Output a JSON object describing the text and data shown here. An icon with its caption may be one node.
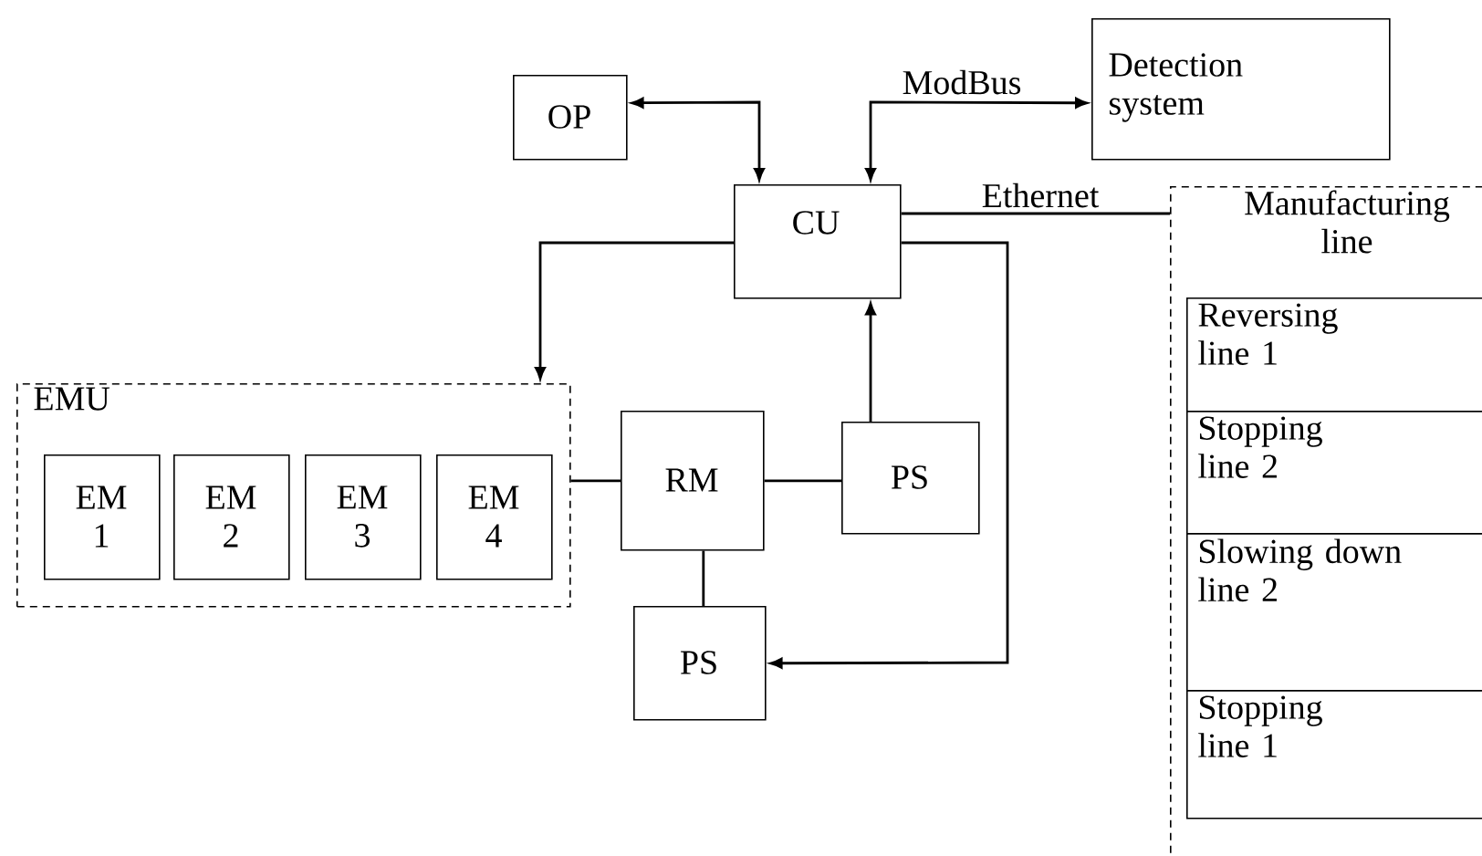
{
  "diagram": {
    "nodes": [
      {
        "text": [
          "OP"
        ]
      },
      {
        "text": [
          "Detection system"
        ]
      },
      {
        "text": [
          "CU"
        ]
      },
      {
        "text": [
          "Manufacturing line"
        ]
      },
      {
        "text": [
          "Reversing line 1"
        ],
        "in": 3
      },
      {
        "text": [
          "Stopping line 2"
        ],
        "in": 3
      },
      {
        "text": [
          "Slowing down line 2"
        ],
        "in": 3
      },
      {
        "text": [
          "Stopping line 1"
        ],
        "in": 3
      },
      {
        "text": [
          "EMU"
        ]
      },
      {
        "text": [
          "EM 1"
        ],
        "in": 8
      },
      {
        "text": [
          "EM 2"
        ],
        "in": 8
      },
      {
        "text": [
          "EM 3"
        ],
        "in": 8
      },
      {
        "text": [
          "EM 4"
        ],
        "in": 8
      },
      {
        "text": [
          "RM"
        ]
      },
      {
        "text": [
          "PS"
        ]
      },
      {
        "text": [
          "PS"
        ]
      }
    ],
    "edges": [
      {
        "from": 0,
        "to": 2,
        "arrow": "both"
      },
      {
        "from": 2,
        "to": 1,
        "arrow": "both",
        "label": "ModBus"
      },
      {
        "from": 2,
        "to": 3,
        "arrow": "none",
        "label": "Ethernet"
      },
      {
        "from": 2,
        "to": 8,
        "arrow": "to"
      },
      {
        "from": 8,
        "to": 13,
        "arrow": "none"
      },
      {
        "from": 13,
        "to": 14,
        "arrow": "none"
      },
      {
        "from": 14,
        "to": 2,
        "arrow": "to"
      },
      {
        "from": 13,
        "to": 15,
        "arrow": "none"
      },
      {
        "from": 2,
        "to": 15,
        "arrow": "to"
      }
    ]
  }
}
